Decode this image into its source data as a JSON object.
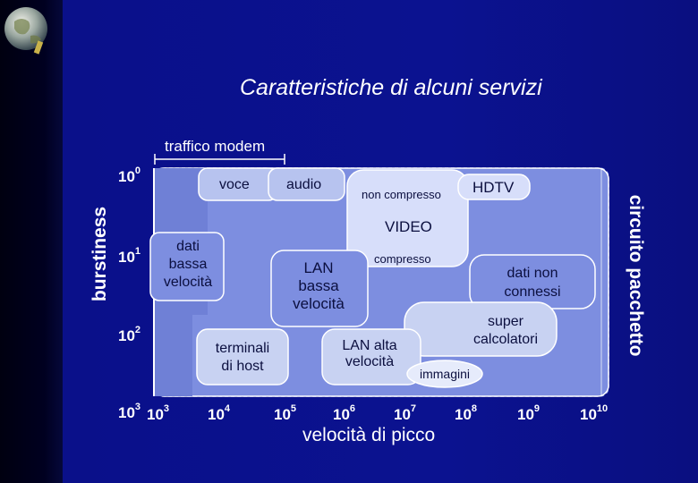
{
  "slide": {
    "title": "Caratteristiche di alcuni servizi",
    "annotation_top": "traffico modem",
    "y_axis_label": "burstiness",
    "x_axis_label": "velocità di picco",
    "right_label": "circuito pacchetto"
  },
  "y_ticks": [
    {
      "base": "10",
      "exp": "0"
    },
    {
      "base": "10",
      "exp": "1"
    },
    {
      "base": "10",
      "exp": "2"
    },
    {
      "base": "10",
      "exp": "3"
    }
  ],
  "x_ticks": [
    {
      "base": "10",
      "exp": "3"
    },
    {
      "base": "10",
      "exp": "4"
    },
    {
      "base": "10",
      "exp": "5"
    },
    {
      "base": "10",
      "exp": "6"
    },
    {
      "base": "10",
      "exp": "7"
    },
    {
      "base": "10",
      "exp": "8"
    },
    {
      "base": "10",
      "exp": "9"
    },
    {
      "base": "10",
      "exp": "10"
    }
  ],
  "services": {
    "voce": "voce",
    "audio": "audio",
    "non_compresso": "non compresso",
    "hdtv": "HDTV",
    "video": "VIDEO",
    "compresso": "compresso",
    "dati_bassa_1": "dati",
    "dati_bassa_2": "bassa",
    "dati_bassa_3": "velocità",
    "lan_bassa_1": "LAN",
    "lan_bassa_2": "bassa",
    "lan_bassa_3": "velocità",
    "dati_non_1": "dati non",
    "dati_non_2": "connessi",
    "super_1": "super",
    "super_2": "calcolatori",
    "terminali_1": "terminali",
    "terminali_2": "di host",
    "lan_alta_1": "LAN alta",
    "lan_alta_2": "velocità",
    "immagini": "immagini"
  },
  "colors": {
    "background": "#0b1290",
    "region_fill": "#7d8ee0",
    "oval_fill": "#c8d2f2",
    "outline": "#ffffff"
  }
}
